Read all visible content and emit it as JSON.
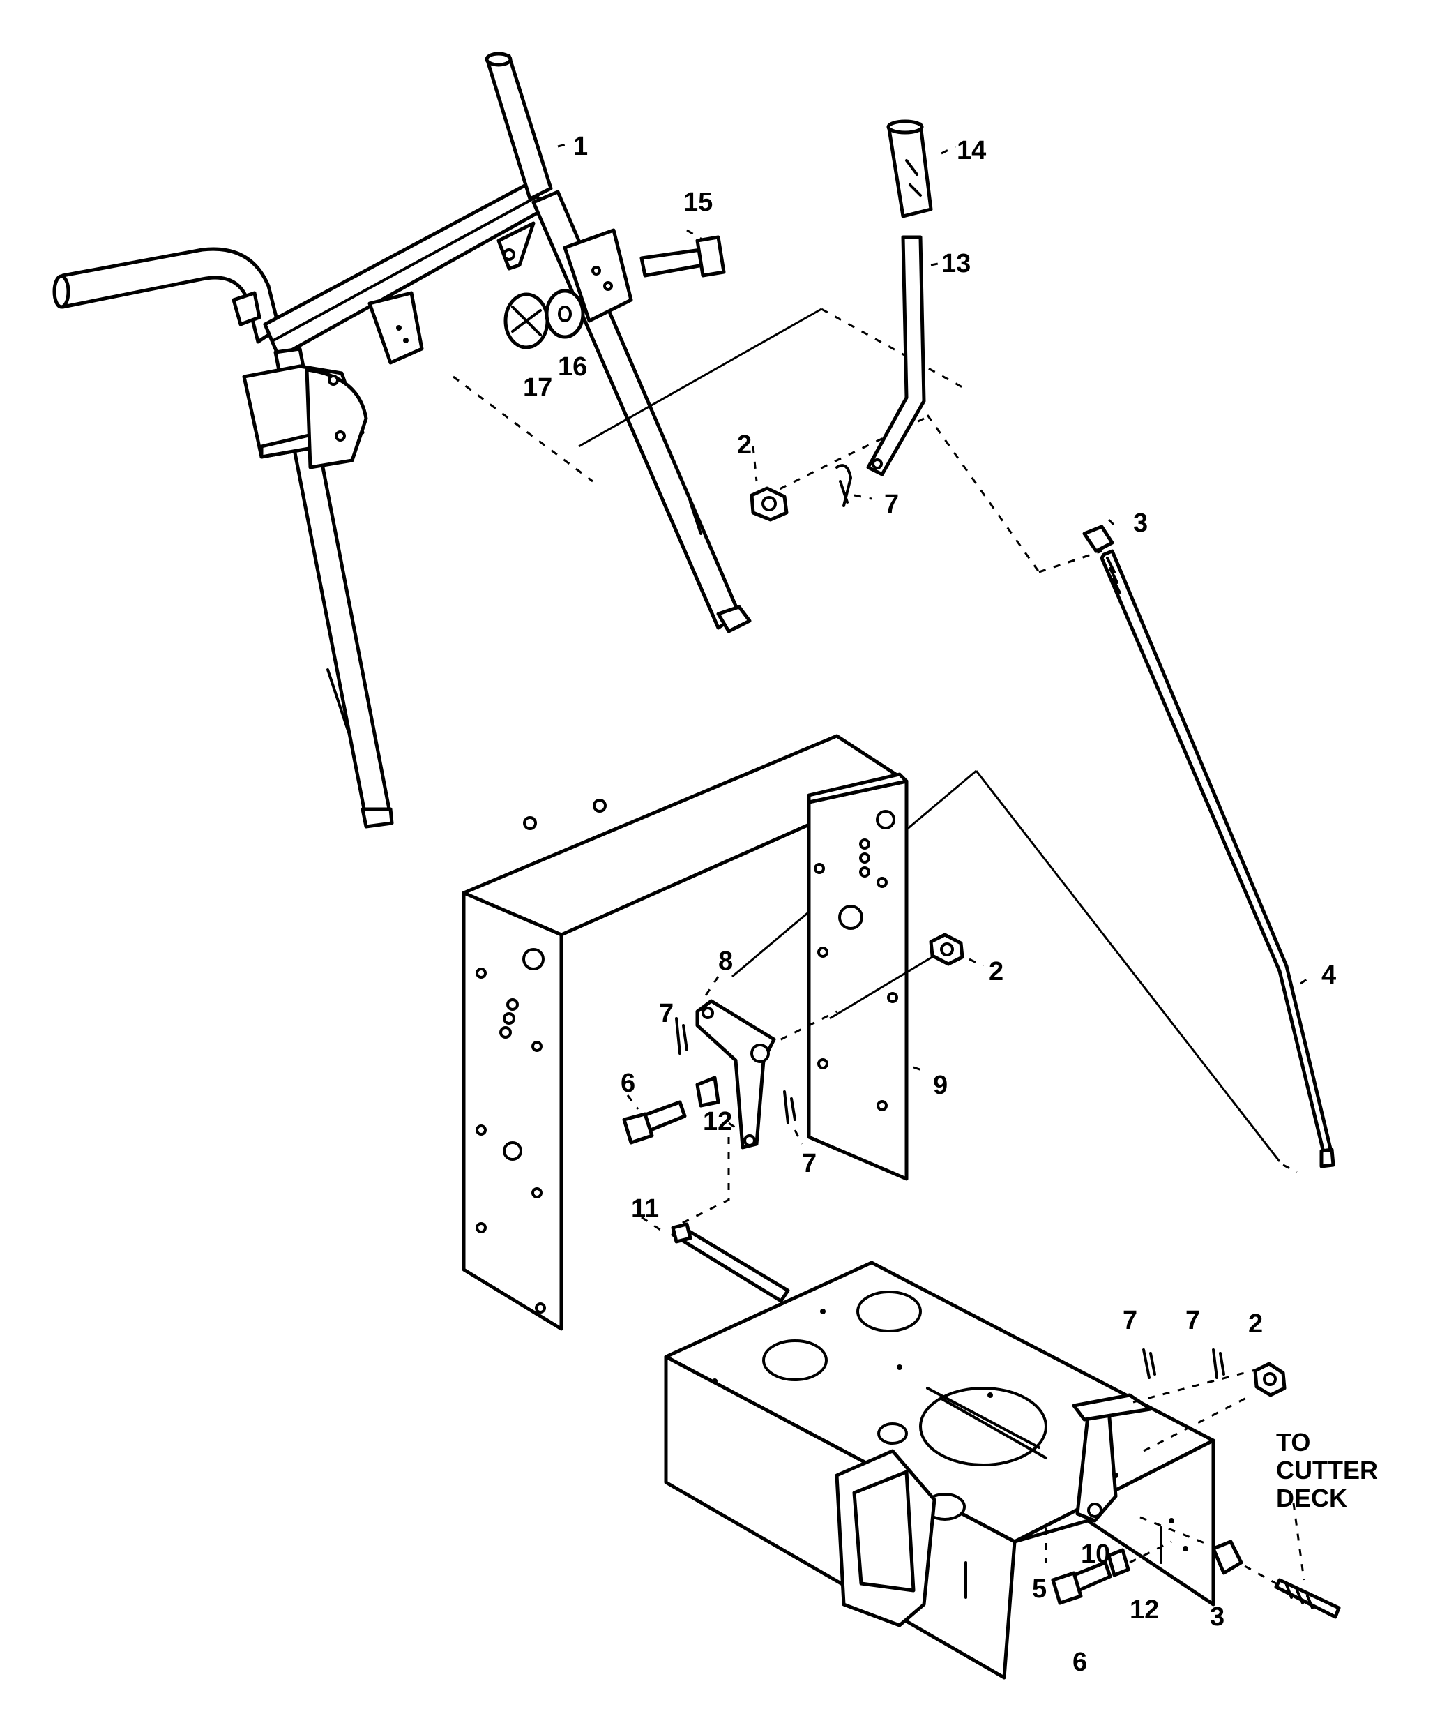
{
  "callouts": {
    "c1": "1",
    "c2a": "2",
    "c2b": "2",
    "c2c": "2",
    "c3a": "3",
    "c3b": "3",
    "c4": "4",
    "c5": "5",
    "c6a": "6",
    "c6b": "6",
    "c7a": "7",
    "c7b": "7",
    "c7c": "7",
    "c7d": "7",
    "c7e": "7",
    "c8": "8",
    "c9": "9",
    "c10": "10",
    "c11": "11",
    "c12a": "12",
    "c12b": "12",
    "c13": "13",
    "c14": "14",
    "c15": "15",
    "c16": "16",
    "c17": "17"
  },
  "note": {
    "line1": "TO",
    "line2": "CUTTER",
    "line3": "DECK"
  }
}
